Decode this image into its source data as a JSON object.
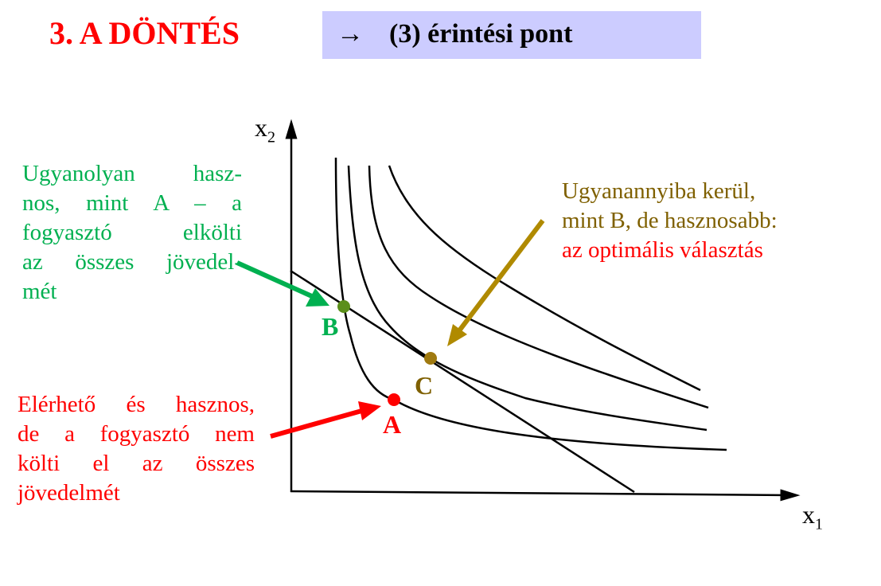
{
  "header": {
    "title": "3.  A DÖNTÉS",
    "arrow": "→",
    "subtitle": "(3) érintési pont"
  },
  "axes": {
    "x_label": "x",
    "x_sub": "1",
    "y_label": "x",
    "y_sub": "2"
  },
  "points": {
    "A": {
      "label": "A",
      "color": "#ff0000"
    },
    "B": {
      "label": "B",
      "color": "#00b050"
    },
    "C": {
      "label": "C",
      "color": "#7f6000"
    }
  },
  "notes": {
    "green": [
      "Ugyanolyan hasz-",
      "nos, mint A – a",
      "fogyasztó elkölti",
      "az összes jövedel-",
      "mét"
    ],
    "gold": [
      "Ugyanannyiba kerül,",
      "mint B, de hasznosabb:"
    ],
    "gold_red": "az optimális választás",
    "red": [
      "Elérhető és hasznos,",
      "de a fogyasztó nem",
      "költi el az összes",
      "jövedelmét"
    ]
  },
  "colors": {
    "green": "#00b050",
    "gold": "#b08a00",
    "red": "#ff0000",
    "banner": "#ccccff"
  }
}
